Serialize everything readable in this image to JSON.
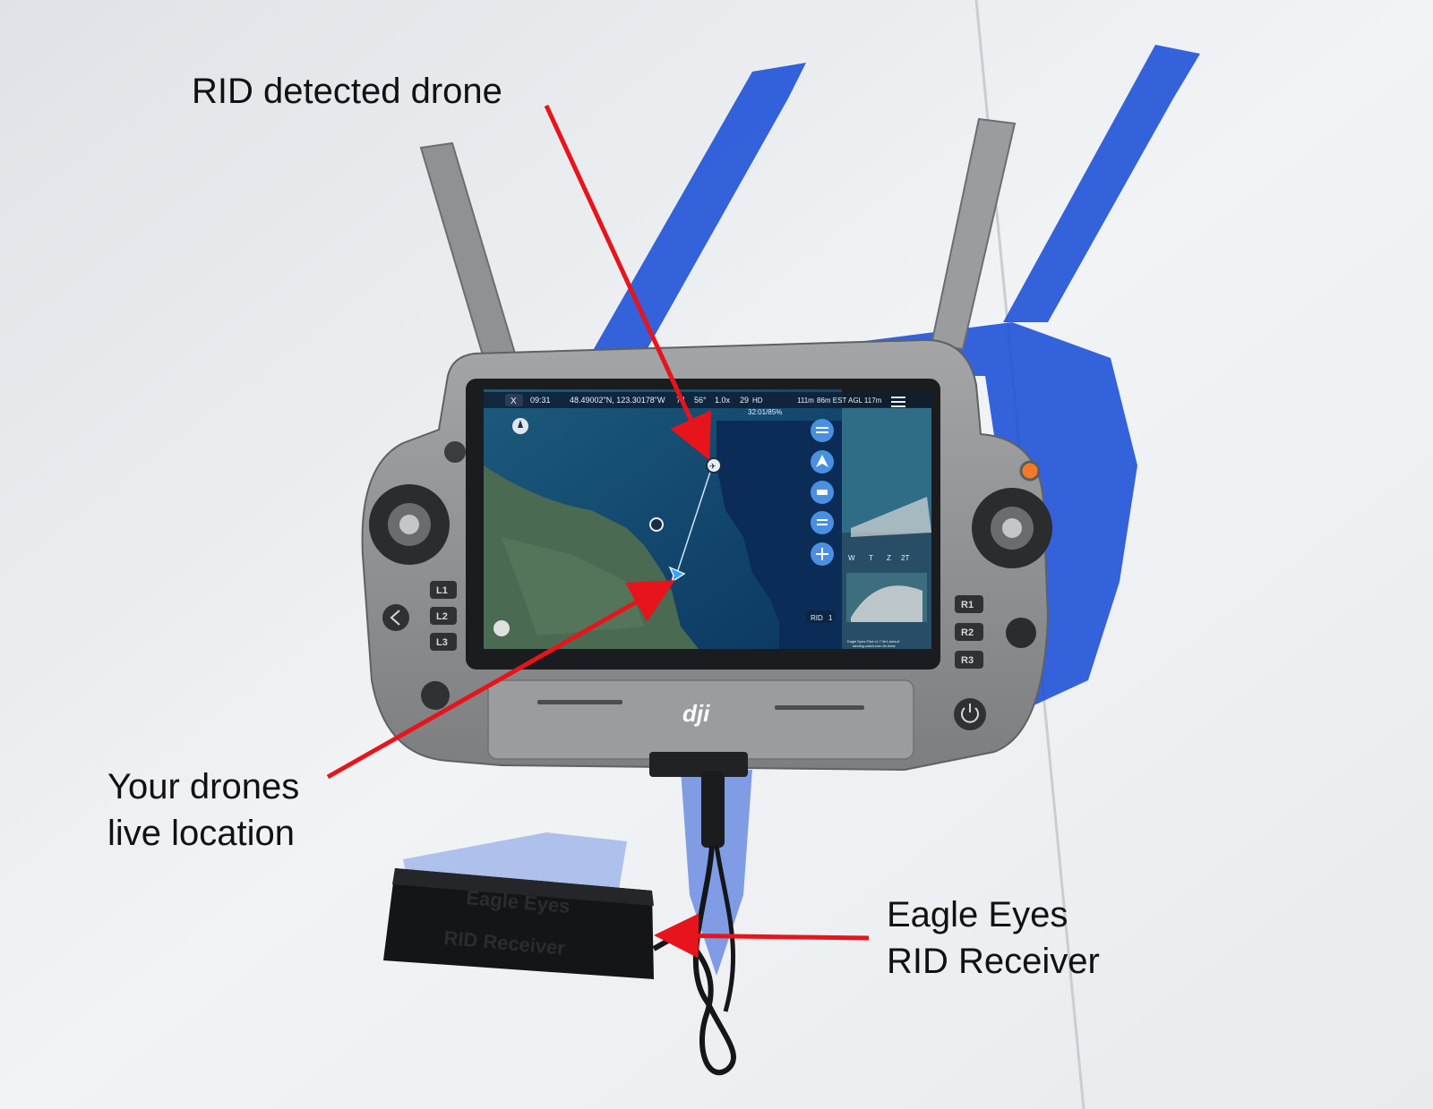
{
  "annotations": {
    "rid_detected": "RID detected drone",
    "your_drone_line1": "Your drones",
    "your_drone_line2": "live location",
    "receiver_line1": "Eagle Eyes",
    "receiver_line2": "RID Receiver"
  },
  "screen": {
    "close_label": "X",
    "time": "09:31",
    "coordinates": "48.49002\"N, 123.30178\"W",
    "heading": "74",
    "tilt": "56°",
    "zoom": "1.0x",
    "signal": "29",
    "quality": "HD",
    "altitude": "111m",
    "agl": "86m EST AGL 117m",
    "progress": "32:01/85%",
    "rid_badge": "RID",
    "rid_count": "1",
    "zoom_tabs": [
      "W",
      "T",
      "Z",
      "2T"
    ],
    "app_version_line1": "Eagle Eyes Pilot v1.7.3e1-beta-8",
    "app_version_line2": "landing-catch-ixon-fix-5ebc"
  },
  "controller": {
    "left_keys": [
      "L1",
      "L2",
      "L3"
    ],
    "right_keys": [
      "R1",
      "R2",
      "R3"
    ],
    "brand": "dji"
  },
  "colors": {
    "arrow": "#e8141b",
    "sea": "#0c3a64",
    "land": "#4a6a52",
    "controller": "#8c8e90",
    "shadow": "#1e4fd8"
  }
}
